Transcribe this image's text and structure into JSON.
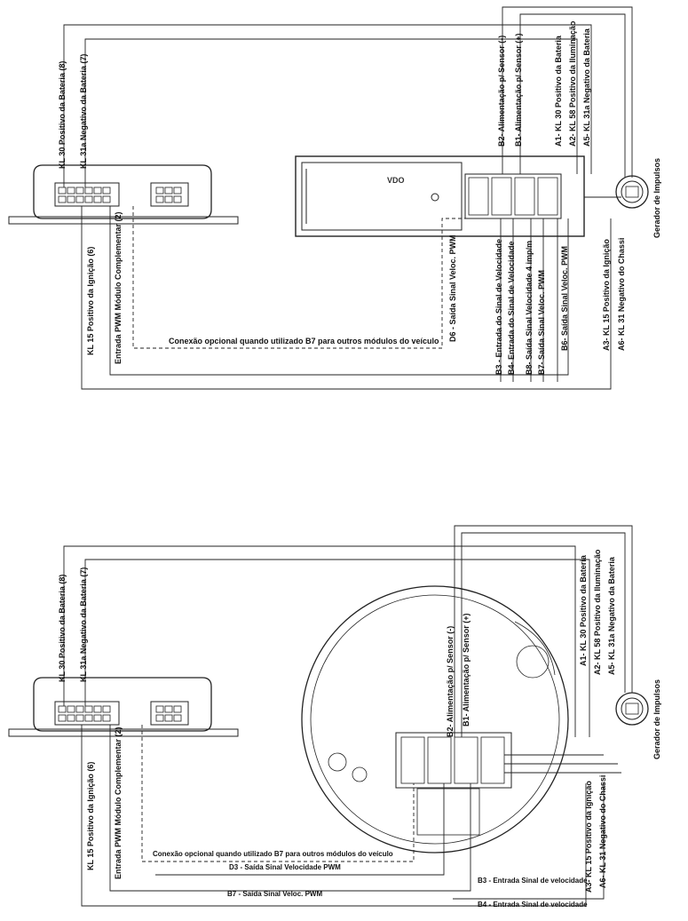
{
  "diagram_top": {
    "module_labels": {
      "kl30": "KL 30 Positivo da Bateria (8)",
      "kl31a": "KL 31a Negativo da Bateria (7)",
      "kl15": "KL 15 Positivo da Ignição (6)",
      "pwm_in": "Entrada PWM Módulo Complementar (2)"
    },
    "vdo_logo": "VDO",
    "connector_labels_top": {
      "b2": "B2- Alimentação p/ Sensor (-)",
      "b1": "B1- Alimentação p/ Sensor (+)",
      "a1": "A1- KL 30 Positivo da Bateria",
      "a2": "A2- KL 58 Positivo da Iluminação",
      "a5": "A5- KL 31a Negativo da Bateria"
    },
    "connector_labels_bottom": {
      "d6": "D6 - Saída Sinal Veloc. PWM",
      "b3": "B3 - Entrada do Sinal de Velocidade",
      "b4": "B4- Entrada do Sinal de Velocidade",
      "b8": "B8- Saída Sinal Velocidade 4 imp/m",
      "b7": "B7- Saída Sinal Veloc. PWM",
      "b6": "B6- Saída Sinal Veloc. PWM",
      "a3": "A3- KL 15 Positivo da Ignição",
      "a6": "A6- KL 31 Negativo do Chassi"
    },
    "optional_note": "Conexão opcional quando utilizado B7 para outros módulos do veículo",
    "pulse_generator": "Gerador de Impulsos"
  },
  "diagram_bottom": {
    "module_labels": {
      "kl30": "KL 30 Positivo da Bateria (8)",
      "kl31a": "KL 31a Negativo da Bateria (7)",
      "kl15": "KL 15 Positivo da Ignição (6)",
      "pwm_in": "Entrada PWM Módulo Complementar (2)"
    },
    "connector_labels_top": {
      "b2": "B2- Alimentação p/ Sensor (-)",
      "b1": "B1- Alimentação p/ Sensor (+)",
      "a1": "A1- KL 30 Positivo da Bateria",
      "a2": "A2- KL 58 Positivo da Iluminação",
      "a5": "A5- KL 31a Negativo da Bateria"
    },
    "connector_labels_bottom": {
      "a3": "A3- KL 15 Positivo da Ignição",
      "a6": "A6- KL 31 Negativo do Chassi"
    },
    "horizontal_labels": {
      "optional_note": "Conexão opcional quando utilizado B7 para outros módulos do veículo",
      "d3": "D3 - Saída Sinal Velocidade PWM",
      "b7": "B7 - Saída Sinal Veloc. PWM",
      "b3": "B3 - Entrada Sinal de velocidade",
      "b4": "B4 - Entrada Sinal de velocidade"
    },
    "pulse_generator": "Gerador de Impulsos"
  }
}
